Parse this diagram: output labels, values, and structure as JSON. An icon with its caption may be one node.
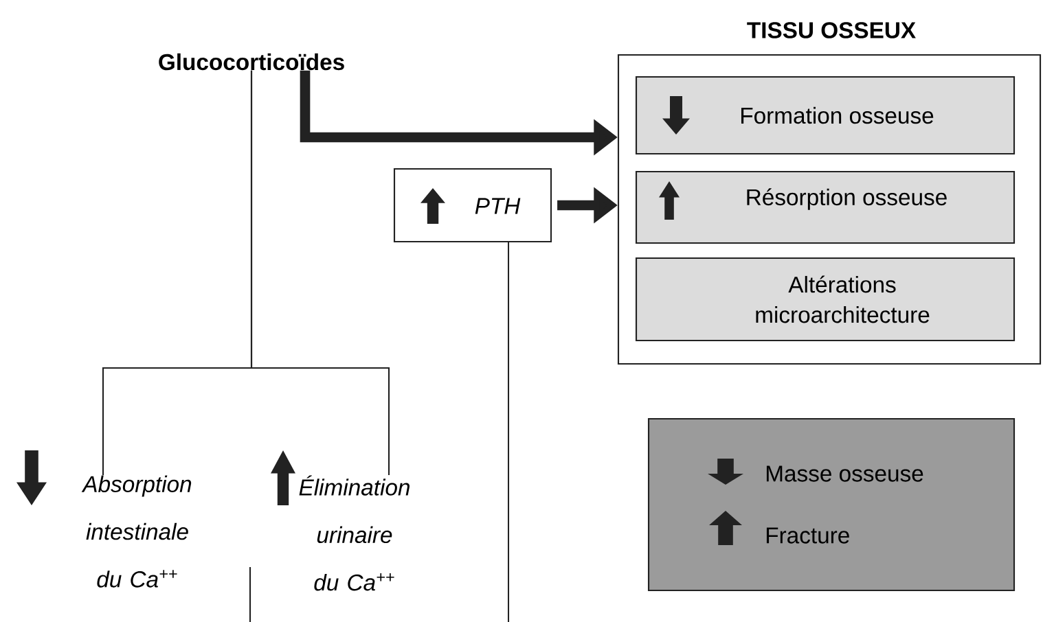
{
  "diagram": {
    "nodes": [
      {
        "text": [
          "Glucocorticoïdes"
        ]
      },
      {
        "text": [
          "TISSU OSSEUX"
        ]
      },
      {
        "text": [
          "Formation osseuse"
        ],
        "in": 1
      },
      {
        "text": [
          "Résorption osseuse"
        ],
        "in": 1
      },
      {
        "text": [
          "Altérations microarchitecture"
        ],
        "in": 1
      },
      {
        "text": [
          "PTH"
        ]
      },
      {
        "text": [
          "Masse osseuse",
          "Fracture"
        ]
      },
      {
        "text": [
          "Absorption intestinale du Ca$^{++}$"
        ]
      },
      {
        "text": [
          "Élimination urinaire du Ca$^{++}$"
        ]
      }
    ],
    "edges": [
      {
        "from": 0,
        "to": 1,
        "arrow": "to",
        "style": "thick"
      },
      {
        "from": 0,
        "to": 7,
        "arrow": "none"
      },
      {
        "from": 0,
        "to": 8,
        "arrow": "none"
      },
      {
        "from": 5,
        "to": 1,
        "arrow": "to",
        "style": "thick"
      },
      {
        "from": 5,
        "to": null,
        "arrow": "none"
      }
    ]
  }
}
